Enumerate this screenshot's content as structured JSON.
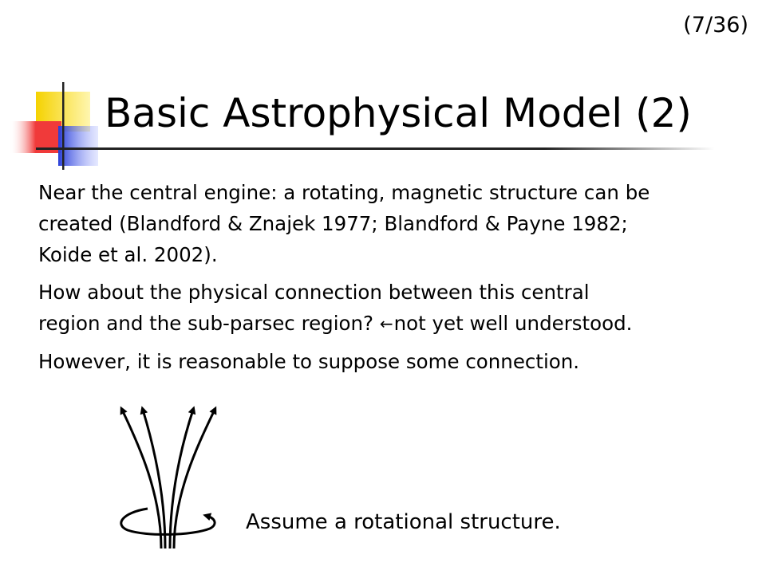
{
  "slide": {
    "page_number": "(7/36)",
    "title": "Basic Astrophysical Model (2)",
    "paragraphs": [
      {
        "lines": [
          "Near the central engine: a rotating, magnetic structure can be",
          "created (Blandford & Znajek 1977; Blandford & Payne 1982;",
          "Koide et al. 2002)."
        ]
      },
      {
        "lines": [
          "How about the physical connection between this central",
          "region and the sub-parsec region?"
        ],
        "arrow": "←",
        "note": "not yet well understood."
      },
      {
        "lines": [
          "However, it is reasonable to suppose some connection."
        ]
      }
    ],
    "caption": "Assume a rotational structure."
  },
  "colors": {
    "logo_yellow": "#f5d200",
    "logo_red": "#f03a3a",
    "logo_blue": "#2a3fd8"
  }
}
